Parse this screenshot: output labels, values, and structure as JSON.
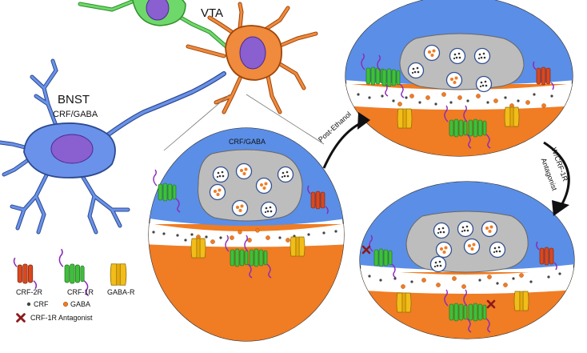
{
  "labels": {
    "vta": "VTA",
    "bnst": "BNST",
    "bnst_sub": "CRF/GABA",
    "terminal": "CRF/GABA",
    "post_ethanol": "Post-Ethanol",
    "antagonist_line1": "W/CRF-1R",
    "antagonist_line2": "Antagonist"
  },
  "legend": {
    "crf2r": "CRF-2R",
    "crf1r": "CRF-1R",
    "gabar": "GABA-R",
    "crf": "CRF",
    "gaba": "GABA",
    "antagonist": "CRF-1R Antagonist"
  },
  "colors": {
    "presynaptic": "#5b8ee6",
    "postsynaptic": "#f07c24",
    "cleft": "#ffffff",
    "bnst_neuron": "#6a92ea",
    "vta_neuron": "#f08a3c",
    "green_neuron": "#6ed96a",
    "nucleus": "#8a5fd0",
    "crf1r": "#3fbf3a",
    "crf2r": "#d9481f",
    "gabar": "#f2bd1a",
    "antagonist": "#8b1a1a"
  }
}
